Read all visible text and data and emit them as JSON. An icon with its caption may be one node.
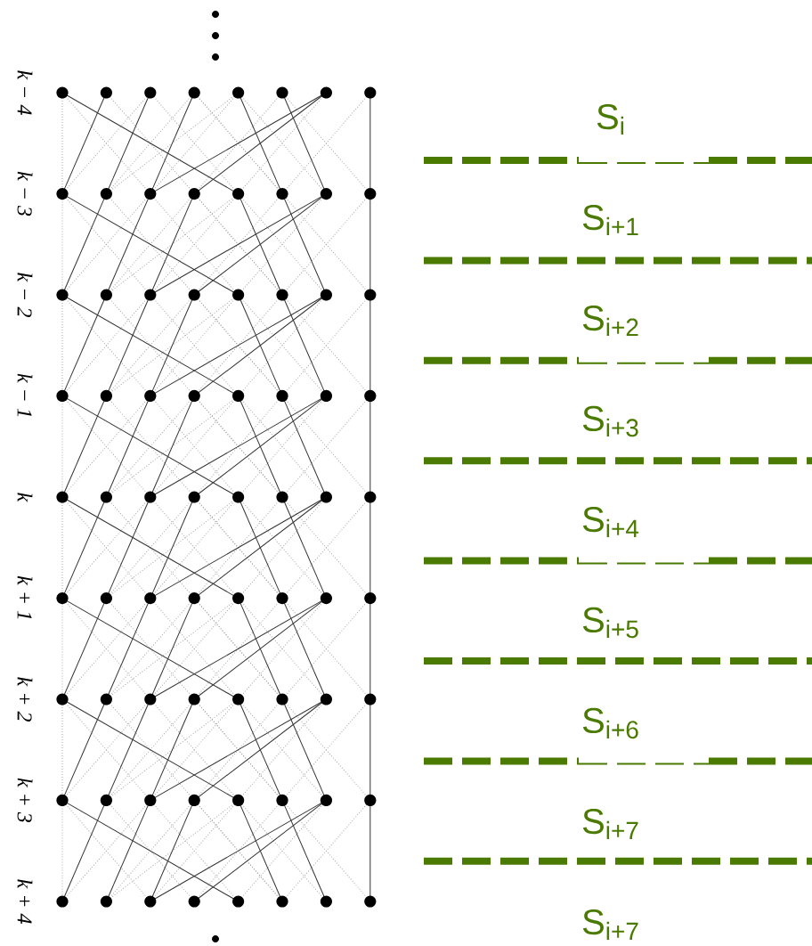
{
  "diagram": {
    "labels": [
      "k − 4",
      "k − 3",
      "k − 2",
      "k − 1",
      "k",
      "k + 1",
      "k + 2",
      "k + 3",
      "k + 4",
      "S$_{i}$",
      "S$_{i+1}$",
      "S$_{i+2}$",
      "S$_{i+3}$",
      "S$_{i+4}$",
      "S$_{i+5}$",
      "S$_{i+6}$",
      "S$_{i+7}$",
      "S$_{i+7}$"
    ]
  }
}
